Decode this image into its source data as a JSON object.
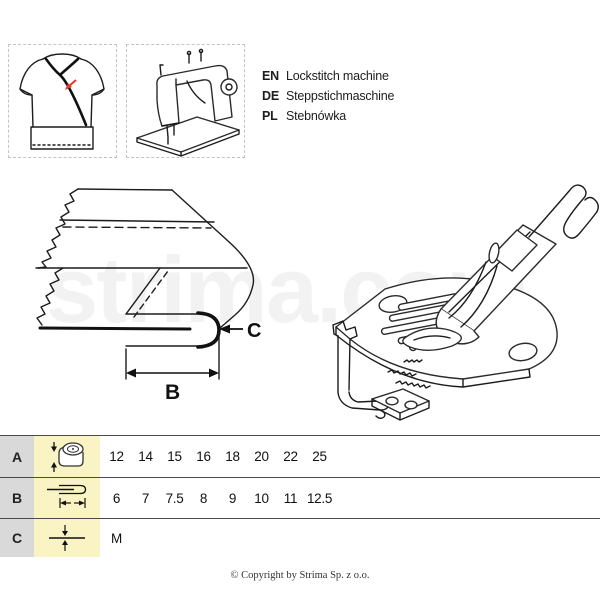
{
  "header": {
    "languages": [
      {
        "code": "EN",
        "name": "Lockstitch machine"
      },
      {
        "code": "DE",
        "name": "Steppstichmaschine"
      },
      {
        "code": "PL",
        "name": "Stebnówka"
      }
    ]
  },
  "diagram": {
    "fold_edge_label": "C",
    "width_label": "B"
  },
  "spec_table": {
    "rows": [
      {
        "key": "A",
        "icon": "tape-width-icon",
        "values": [
          "12",
          "14",
          "15",
          "16",
          "18",
          "20",
          "22",
          "25"
        ]
      },
      {
        "key": "B",
        "icon": "binding-width-icon",
        "values": [
          "6",
          "7",
          "7.5",
          "8",
          "9",
          "10",
          "11",
          "12.5"
        ]
      },
      {
        "key": "C",
        "icon": "material-thickness-icon",
        "values": [
          "M"
        ]
      }
    ]
  },
  "watermark": "strima.com",
  "footer": {
    "copyright": "© Copyright by Strima Sp. z o.o."
  },
  "colors": {
    "key_column_bg": "#d9d9d9",
    "icon_column_bg": "#faf3c3",
    "table_line": "#4a4a4a",
    "accent_red": "#e03a2f",
    "line_art": "#1c1c1c"
  }
}
